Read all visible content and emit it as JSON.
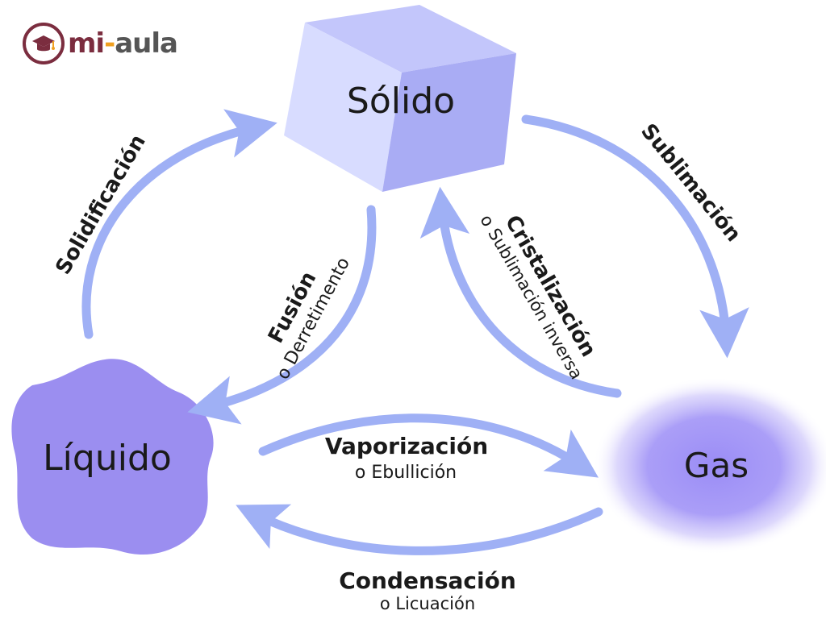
{
  "brand": {
    "name_part1": "mi",
    "name_dash": "-",
    "name_part2": "aula",
    "colors": {
      "primary": "#7b2d3f",
      "accent": "#f0a020",
      "gray": "#555555"
    },
    "icon": "graduation-cap-icon"
  },
  "colors": {
    "arrow": "#9fb0f5",
    "solid_light": "#d8dcff",
    "solid_mid": "#b4b8f7",
    "solid_dark": "#8f93ee",
    "liquid": "#9b8ef0",
    "gas": "#9a8cf6",
    "text": "#1a1a1a"
  },
  "states": {
    "solid": "Sólido",
    "liquid": "Líquido",
    "gas": "Gas"
  },
  "transitions": {
    "sublimation": {
      "label": "Sublimación",
      "sublabel": ""
    },
    "solidification": {
      "label": "Solidificación",
      "sublabel": ""
    },
    "fusion": {
      "label": "Fusión",
      "sublabel": "o Derretimento"
    },
    "crystallization": {
      "label": "Cristalización",
      "sublabel": "o Sublimación inversa"
    },
    "vaporization": {
      "label": "Vaporización",
      "sublabel": "o Ebullición"
    },
    "condensation": {
      "label": "Condensación",
      "sublabel": "o Licuación"
    }
  }
}
